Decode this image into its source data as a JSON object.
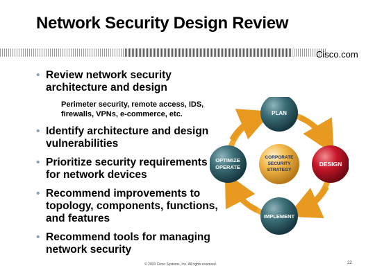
{
  "title": "Network Security Design Review",
  "logo": "Cisco.com",
  "bullets": [
    "Review network security architecture and design",
    "Identify architecture and design vulnerabilities",
    "Prioritize security requirements for network devices",
    "Recommend improvements to topology, components, functions, and features",
    "Recommend tools for managing network security"
  ],
  "subtext": "Perimeter security, remote access, IDS, firewalls, VPNs, e-commerce, etc.",
  "diagram": {
    "plan": "PLAN",
    "design": "DESIGN",
    "implement": "IMPLEMENT",
    "optimize_1": "OPTIMIZE",
    "optimize_2": "OPERATE",
    "center_1": "CORPORATE",
    "center_2": "SECURITY",
    "center_3": "STRATEGY"
  },
  "footer": "© 2003 Cisco Systems, Inc.  All rights reserved.",
  "page_number": "22",
  "colors": {
    "ring": "#f0a830",
    "plan": "#2f5a66",
    "design": "#c8182a",
    "center": "#f2b94a",
    "bullet": "#8aa0b8"
  }
}
